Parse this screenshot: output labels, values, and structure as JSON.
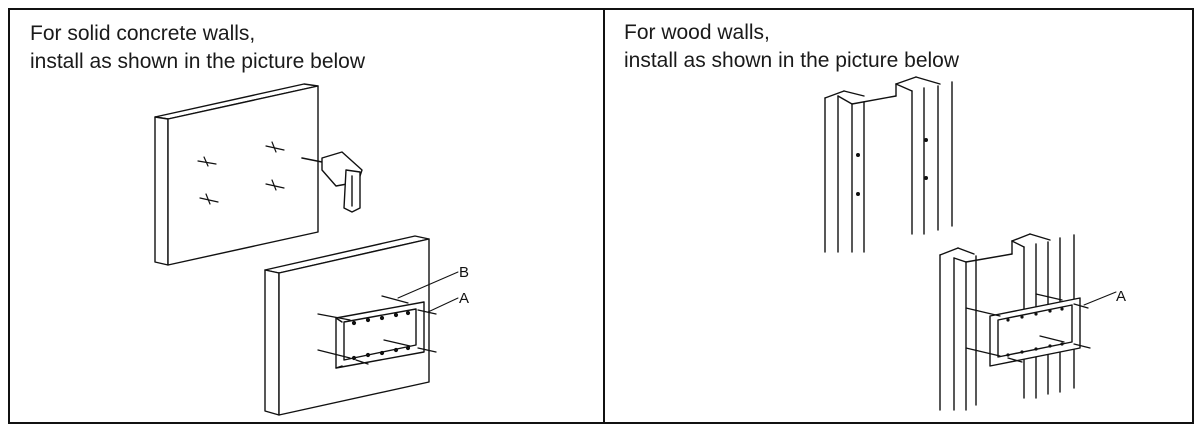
{
  "left_panel": {
    "title_line1": "For solid concrete walls,",
    "title_line2": "install as shown in the picture below",
    "label_b": "B",
    "label_a": "A"
  },
  "right_panel": {
    "title_line1": "For wood walls,",
    "title_line2": "install as shown in the picture below",
    "label_a": "A"
  }
}
